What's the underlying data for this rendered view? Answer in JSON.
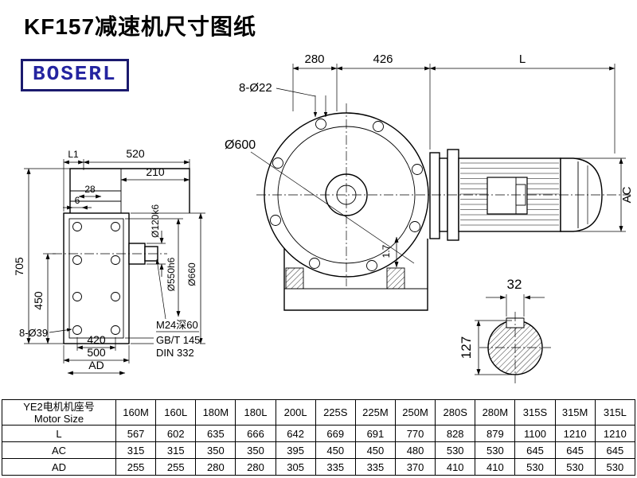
{
  "page": {
    "title": "KF157减速机尺寸图纸",
    "brand": "BOSERL"
  },
  "drawing": {
    "top_dims": {
      "d280": "280",
      "d426": "426",
      "dL": "L"
    },
    "front_view": {
      "bolt_callout": "8-Ø22",
      "flange_dia": "Ø600",
      "foot_dim": "1.7"
    },
    "motor_view": {
      "dAC": "AC"
    },
    "side_view": {
      "dL1": "L1",
      "d520": "520",
      "d210": "210",
      "d28": "28",
      "d6": "6",
      "d705": "705",
      "d450": "450",
      "bolt_callout": "8-Ø39",
      "d420": "420",
      "d500": "500",
      "dAD": "AD",
      "shaft_dia": "Ø120k6",
      "spigot_dia": "Ø550h6",
      "flange_dia": "Ø660",
      "note1": "M24深60",
      "note2": "GB/T 145",
      "note3": "DIN 332"
    },
    "shaft_section": {
      "d32": "32",
      "d127": "127"
    }
  },
  "table": {
    "header_cn": "YE2电机机座号",
    "header_en": "Motor Size",
    "columns": [
      "160M",
      "160L",
      "180M",
      "180L",
      "200L",
      "225S",
      "225M",
      "250M",
      "280S",
      "280M",
      "315S",
      "315M",
      "315L"
    ],
    "rows": [
      {
        "label": "L",
        "values": [
          "567",
          "602",
          "635",
          "666",
          "642",
          "669",
          "691",
          "770",
          "828",
          "879",
          "1100",
          "1210",
          "1210"
        ]
      },
      {
        "label": "AC",
        "values": [
          "315",
          "315",
          "350",
          "350",
          "395",
          "450",
          "450",
          "480",
          "530",
          "530",
          "645",
          "645",
          "645"
        ]
      },
      {
        "label": "AD",
        "values": [
          "255",
          "255",
          "280",
          "280",
          "305",
          "335",
          "335",
          "370",
          "410",
          "410",
          "530",
          "530",
          "530"
        ]
      }
    ]
  }
}
